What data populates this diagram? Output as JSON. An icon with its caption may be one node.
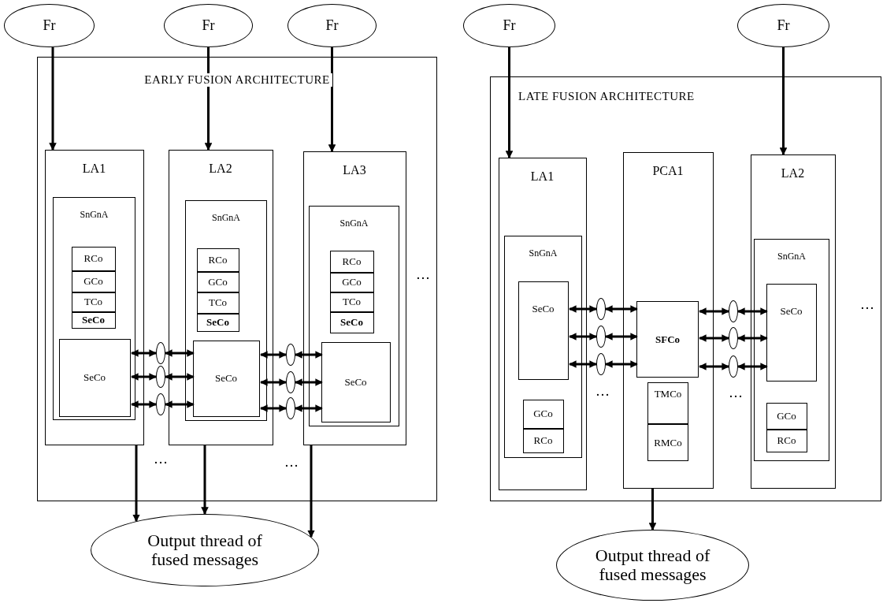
{
  "diagram": {
    "nodes": [
      {
        "text": [
          "Fr"
        ]
      },
      {
        "text": [
          "Fr"
        ]
      },
      {
        "text": [
          "Fr"
        ]
      },
      {
        "text": [
          "EARLY FUSION ARCHITECTURE"
        ]
      },
      {
        "text": [
          "LA1"
        ],
        "in": 3
      },
      {
        "text": [
          "SnGnA"
        ],
        "in": 4
      },
      {
        "text": [
          "RCo"
        ],
        "in": 5
      },
      {
        "text": [
          "GCo"
        ],
        "in": 5
      },
      {
        "text": [
          "TCo"
        ],
        "in": 5
      },
      {
        "text": [
          "SeCo"
        ],
        "in": 5
      },
      {
        "text": [
          "SeCo"
        ],
        "in": 5
      },
      {
        "text": [
          "LA2"
        ],
        "in": 3
      },
      {
        "text": [
          "SnGnA"
        ],
        "in": 11
      },
      {
        "text": [
          "RCo"
        ],
        "in": 12
      },
      {
        "text": [
          "GCo"
        ],
        "in": 12
      },
      {
        "text": [
          "TCo"
        ],
        "in": 12
      },
      {
        "text": [
          "SeCo"
        ],
        "in": 12
      },
      {
        "text": [
          "SeCo"
        ],
        "in": 12
      },
      {
        "text": [
          "LA3"
        ],
        "in": 3
      },
      {
        "text": [
          "SnGnA"
        ],
        "in": 18
      },
      {
        "text": [
          "RCo"
        ],
        "in": 19
      },
      {
        "text": [
          "GCo"
        ],
        "in": 19
      },
      {
        "text": [
          "TCo"
        ],
        "in": 19
      },
      {
        "text": [
          "SeCo"
        ],
        "in": 19
      },
      {
        "text": [
          "SeCo"
        ],
        "in": 19
      },
      {
        "text": [],
        "shape": "ellipse",
        "in": 3
      },
      {
        "text": [],
        "shape": "ellipse",
        "in": 3
      },
      {
        "text": [],
        "shape": "ellipse",
        "in": 3
      },
      {
        "text": [],
        "shape": "ellipse",
        "in": 3
      },
      {
        "text": [],
        "shape": "ellipse",
        "in": 3
      },
      {
        "text": [],
        "shape": "ellipse",
        "in": 3
      },
      {
        "text": [
          "Output thread of fused messages"
        ]
      },
      {
        "text": [
          "Fr"
        ]
      },
      {
        "text": [
          "Fr"
        ]
      },
      {
        "text": [
          "LATE FUSION ARCHITECTURE"
        ]
      },
      {
        "text": [
          "LA1"
        ],
        "in": 34
      },
      {
        "text": [
          "SnGnA"
        ],
        "in": 35
      },
      {
        "text": [
          "SeCo"
        ],
        "in": 36
      },
      {
        "text": [
          "GCo"
        ],
        "in": 36
      },
      {
        "text": [
          "RCo"
        ],
        "in": 36
      },
      {
        "text": [
          "PCA1"
        ],
        "in": 34
      },
      {
        "text": [
          "SFCo"
        ],
        "in": 40
      },
      {
        "text": [
          "TMCo"
        ],
        "in": 40
      },
      {
        "text": [
          "RMCo"
        ],
        "in": 40
      },
      {
        "text": [
          "LA2"
        ],
        "in": 34
      },
      {
        "text": [
          "SnGnA"
        ],
        "in": 44
      },
      {
        "text": [
          "SeCo"
        ],
        "in": 45
      },
      {
        "text": [
          "GCo"
        ],
        "in": 45
      },
      {
        "text": [
          "RCo"
        ],
        "in": 45
      },
      {
        "text": [],
        "shape": "ellipse",
        "in": 34
      },
      {
        "text": [],
        "shape": "ellipse",
        "in": 34
      },
      {
        "text": [],
        "shape": "ellipse",
        "in": 34
      },
      {
        "text": [],
        "shape": "ellipse",
        "in": 34
      },
      {
        "text": [],
        "shape": "ellipse",
        "in": 34
      },
      {
        "text": [],
        "shape": "ellipse",
        "in": 34
      },
      {
        "text": [
          "Output thread of fused messages"
        ]
      }
    ],
    "edges": [
      {
        "from": 0,
        "to": 4,
        "arrow": "to"
      },
      {
        "from": 1,
        "to": 11,
        "arrow": "to"
      },
      {
        "from": 2,
        "to": 18,
        "arrow": "to"
      },
      {
        "from": 4,
        "to": 31,
        "arrow": "to"
      },
      {
        "from": 11,
        "to": 31,
        "arrow": "to"
      },
      {
        "from": 18,
        "to": 31,
        "arrow": "to"
      },
      {
        "from": 10,
        "to": 25,
        "arrow": "both"
      },
      {
        "from": 25,
        "to": 17,
        "arrow": "both"
      },
      {
        "from": 10,
        "to": 26,
        "arrow": "both"
      },
      {
        "from": 26,
        "to": 17,
        "arrow": "both"
      },
      {
        "from": 10,
        "to": 27,
        "arrow": "both"
      },
      {
        "from": 27,
        "to": 17,
        "arrow": "both"
      },
      {
        "from": 17,
        "to": 28,
        "arrow": "both"
      },
      {
        "from": 28,
        "to": 24,
        "arrow": "both"
      },
      {
        "from": 17,
        "to": 29,
        "arrow": "both"
      },
      {
        "from": 29,
        "to": 24,
        "arrow": "both"
      },
      {
        "from": 17,
        "to": 30,
        "arrow": "both"
      },
      {
        "from": 30,
        "to": 24,
        "arrow": "both"
      },
      {
        "from": 32,
        "to": 35,
        "arrow": "to"
      },
      {
        "from": 33,
        "to": 44,
        "arrow": "to"
      },
      {
        "from": 37,
        "to": 49,
        "arrow": "both"
      },
      {
        "from": 49,
        "to": 41,
        "arrow": "both"
      },
      {
        "from": 37,
        "to": 50,
        "arrow": "both"
      },
      {
        "from": 50,
        "to": 41,
        "arrow": "both"
      },
      {
        "from": 37,
        "to": 51,
        "arrow": "both"
      },
      {
        "from": 51,
        "to": 41,
        "arrow": "both"
      },
      {
        "from": 41,
        "to": 52,
        "arrow": "both"
      },
      {
        "from": 52,
        "to": 46,
        "arrow": "both"
      },
      {
        "from": 41,
        "to": 53,
        "arrow": "both"
      },
      {
        "from": 53,
        "to": 46,
        "arrow": "both"
      },
      {
        "from": 41,
        "to": 54,
        "arrow": "both"
      },
      {
        "from": 54,
        "to": 46,
        "arrow": "both"
      },
      {
        "from": 40,
        "to": 55,
        "arrow": "to"
      }
    ],
    "labels": [
      "…",
      "…",
      "…",
      "…",
      "…",
      "…"
    ]
  }
}
